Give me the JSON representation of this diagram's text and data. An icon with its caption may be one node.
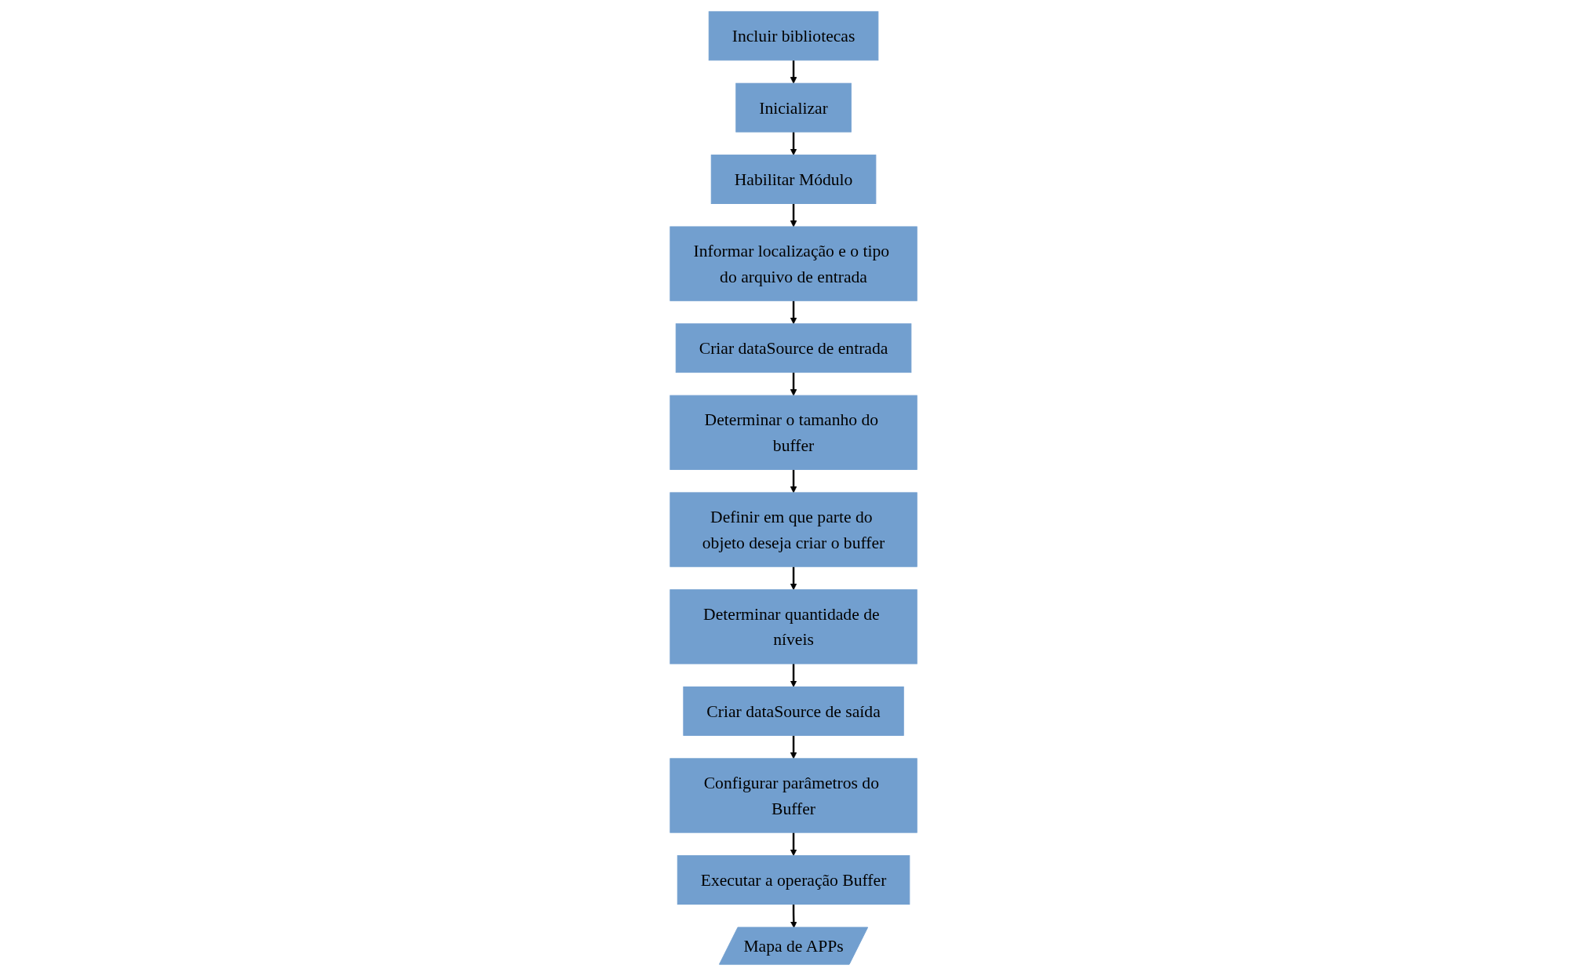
{
  "diagram": {
    "nodes": [
      {
        "text": [
          "Incluir bibliotecas"
        ]
      },
      {
        "text": [
          "Inicializar"
        ]
      },
      {
        "text": [
          "Habilitar Módulo"
        ]
      },
      {
        "text": [
          "Informar localização e o tipo do arquivo de entrada"
        ]
      },
      {
        "text": [
          "Criar dataSource de entrada"
        ]
      },
      {
        "text": [
          "Determinar o tamanho do buffer"
        ]
      },
      {
        "text": [
          "Definir em que parte do objeto deseja criar o buffer"
        ]
      },
      {
        "text": [
          "Determinar quantidade de níveis"
        ]
      },
      {
        "text": [
          "Criar dataSource de saída"
        ]
      },
      {
        "text": [
          "Configurar parâmetros do Buffer"
        ]
      },
      {
        "text": [
          "Executar a operação Buffer"
        ]
      },
      {
        "text": [
          "Mapa de APPs"
        ]
      }
    ],
    "edges": [
      {
        "from": 0,
        "to": 1,
        "arrow": "to"
      },
      {
        "from": 1,
        "to": 2,
        "arrow": "to"
      },
      {
        "from": 2,
        "to": 3,
        "arrow": "to"
      },
      {
        "from": 3,
        "to": 4,
        "arrow": "to"
      },
      {
        "from": 4,
        "to": 5,
        "arrow": "to"
      },
      {
        "from": 5,
        "to": 6,
        "arrow": "to"
      },
      {
        "from": 6,
        "to": 7,
        "arrow": "to"
      },
      {
        "from": 7,
        "to": 8,
        "arrow": "to"
      },
      {
        "from": 8,
        "to": 9,
        "arrow": "to"
      },
      {
        "from": 9,
        "to": 10,
        "arrow": "to"
      },
      {
        "from": 10,
        "to": 11,
        "arrow": "to"
      }
    ]
  }
}
